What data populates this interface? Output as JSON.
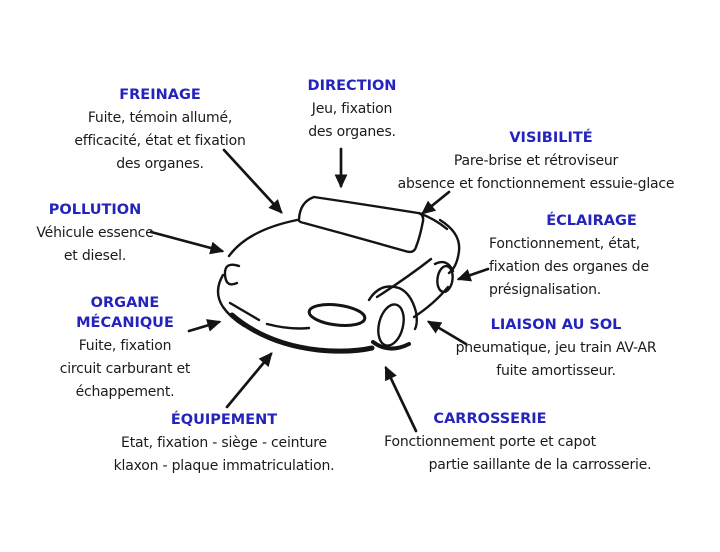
{
  "colors": {
    "heading": "#2424bd",
    "body": "#1b1b1b",
    "line": "#141414",
    "background": "#ffffff"
  },
  "labels": {
    "freinage": {
      "title": "FREINAGE",
      "lines": [
        "Fuite, témoin allumé,",
        "efficacité, état et fixation",
        "des organes."
      ]
    },
    "direction": {
      "title": "DIRECTION",
      "lines": [
        "Jeu, fixation",
        "des organes."
      ]
    },
    "visibilite": {
      "title": "VISIBILITÉ",
      "lines": [
        "Pare-brise et rétroviseur",
        "absence et fonctionnement essuie-glace"
      ]
    },
    "pollution": {
      "title": "POLLUTION",
      "lines": [
        "Véhicule essence",
        "et diesel."
      ]
    },
    "eclairage": {
      "title": "ÉCLAIRAGE",
      "lines": [
        "Fonctionnement, état,",
        "fixation des organes de",
        "présignalisation."
      ]
    },
    "organe_mecanique": {
      "title": "ORGANE MÉCANIQUE",
      "lines": [
        "Fuite, fixation",
        "circuit carburant et",
        "échappement."
      ]
    },
    "liaison_au_sol": {
      "title": "LIAISON AU SOL",
      "lines": [
        "pneumatique, jeu train AV-AR",
        "fuite amortisseur."
      ]
    },
    "equipement": {
      "title": "ÉQUIPEMENT",
      "lines": [
        "Etat, fixation - siège - ceinture",
        "klaxon - plaque immatriculation."
      ]
    },
    "carrosserie": {
      "title": "CARROSSERIE",
      "lines": [
        "Fonctionnement porte et capot",
        "partie saillante de la carrosserie."
      ]
    }
  }
}
